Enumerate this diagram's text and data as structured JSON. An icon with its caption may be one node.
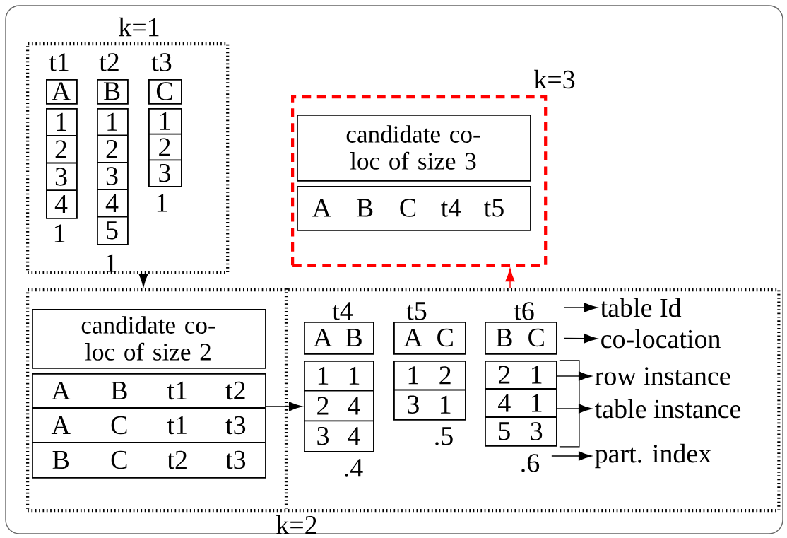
{
  "diagram": {
    "nodes": [
      {
        "text": [
          "k=1"
        ]
      },
      {
        "text": [
          "A"
        ],
        "in": 0,
        "beside": [
          "t1"
        ]
      },
      {
        "text": [
          "1",
          "2",
          "3",
          "4"
        ],
        "in": 0,
        "beside": [
          "1"
        ]
      },
      {
        "text": [
          "B"
        ],
        "in": 0,
        "beside": [
          "t2"
        ]
      },
      {
        "text": [
          "1",
          "2",
          "3",
          "4",
          "5"
        ],
        "in": 0,
        "beside": [
          "1"
        ]
      },
      {
        "text": [
          "C"
        ],
        "in": 0,
        "beside": [
          "t3"
        ]
      },
      {
        "text": [
          "1",
          "2",
          "3"
        ],
        "in": 0,
        "beside": [
          "1"
        ]
      },
      {
        "text": [
          "k=3"
        ]
      },
      {
        "text": [
          "candidate co-loc of size 3"
        ],
        "in": 7
      },
      {
        "text": [
          "A",
          "B",
          "C",
          "t4",
          "t5"
        ],
        "in": 7
      },
      {
        "text": [
          "k=2"
        ]
      },
      {
        "text": [
          "candidate co-loc of size 2"
        ],
        "in": 10
      },
      {
        "text": [
          "A",
          "B",
          "t1",
          "t2",
          "A",
          "C",
          "t1",
          "t3",
          "B",
          "C",
          "t2",
          "t3"
        ],
        "in": 10
      },
      {
        "text": [
          "A",
          "B"
        ],
        "in": 10,
        "beside": [
          "t4"
        ]
      },
      {
        "text": [
          "1",
          "1",
          "2",
          "4",
          "3",
          "4"
        ],
        "in": 10,
        "beside": [
          ".4"
        ]
      },
      {
        "text": [
          "A",
          "C"
        ],
        "in": 10,
        "beside": [
          "t5"
        ]
      },
      {
        "text": [
          "1",
          "2",
          "3",
          "1"
        ],
        "in": 10,
        "beside": [
          ".5"
        ]
      },
      {
        "text": [
          "B",
          "C"
        ],
        "in": 10,
        "beside": [
          "t6"
        ]
      },
      {
        "text": [
          "2",
          "1",
          "4",
          "1",
          "5",
          "3"
        ],
        "in": 10,
        "beside": [
          ".6"
        ]
      },
      {
        "text": [
          "table Id"
        ],
        "in": 10
      },
      {
        "text": [
          "co-location"
        ],
        "in": 10
      },
      {
        "text": [
          "row instance"
        ],
        "in": 10
      },
      {
        "text": [
          "table instance"
        ],
        "in": 10
      },
      {
        "text": [
          "part. index"
        ],
        "in": 10
      }
    ],
    "edges": [
      {
        "from": 0,
        "to": 10,
        "arrow": "to"
      },
      {
        "from": 10,
        "to": 7,
        "arrow": "to",
        "color": "#ff0000"
      },
      {
        "from": 12,
        "to": 14,
        "arrow": "to"
      },
      {
        "from": 17,
        "to": 19,
        "arrow": "to"
      },
      {
        "from": 17,
        "to": 20,
        "arrow": "to"
      },
      {
        "from": 18,
        "to": 21,
        "arrow": "to"
      },
      {
        "from": 18,
        "to": 22,
        "arrow": "to"
      },
      {
        "from": 18,
        "to": 23,
        "arrow": "to"
      }
    ]
  }
}
